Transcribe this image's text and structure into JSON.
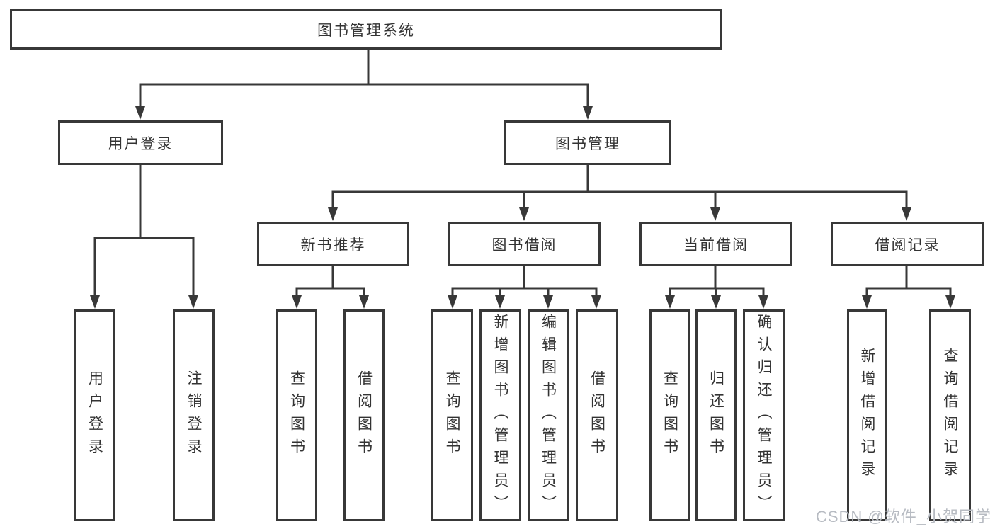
{
  "colors": {
    "line": "#383838",
    "text": "#333333",
    "box_bg": "#ffffff",
    "background": "#ffffff",
    "watermark": "#b7bbc2"
  },
  "nodes": {
    "root": "图书管理系统",
    "user_login": "用户登录",
    "book_mgmt": "图书管理",
    "new_book_rec": "新书推荐",
    "book_borrow": "图书借阅",
    "current_borrow": "当前借阅",
    "borrow_records": "借阅记录",
    "leaf_user_login": "用户登录",
    "leaf_logout": "注销登录",
    "leaf_nbr_query": "查询图书",
    "leaf_nbr_borrow": "借阅图书",
    "leaf_bb_query": "查询图书",
    "leaf_bb_add": "新增图书（管理员）",
    "leaf_bb_edit": "编辑图书（管理员）",
    "leaf_bb_borrow": "借阅图书",
    "leaf_cb_query": "查询图书",
    "leaf_cb_return": "归还图书",
    "leaf_cb_confirm": "确认归还（管理员）",
    "leaf_br_add": "新增借阅记录",
    "leaf_br_query": "查询借阅记录"
  },
  "watermark": "CSDN @软件_小贺同学"
}
